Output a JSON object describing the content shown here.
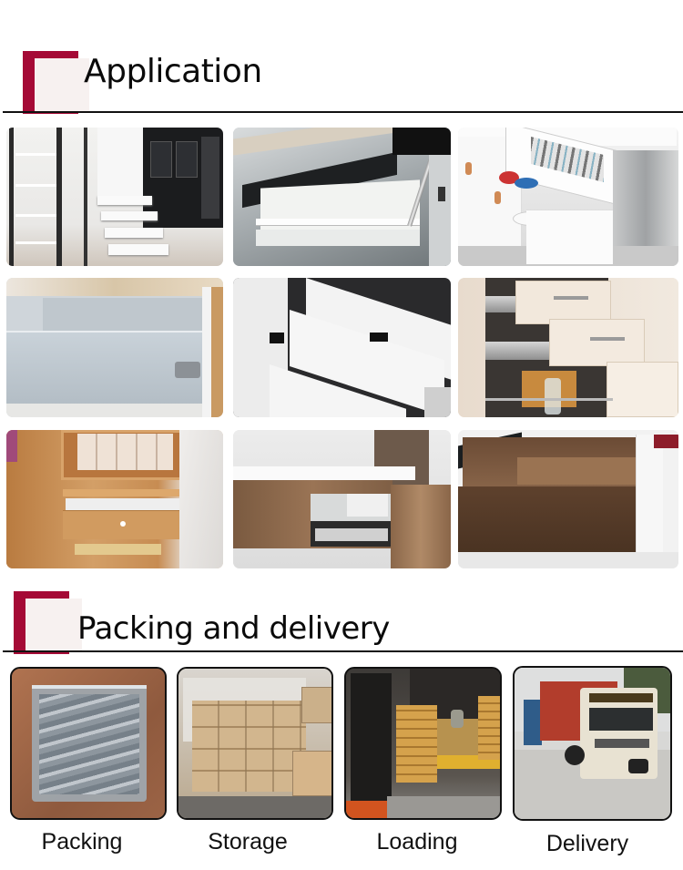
{
  "sections": {
    "application": {
      "title": "Application",
      "accent_color": "#a50a36",
      "photos": [
        {
          "name": "tall-pantry-cabinet-pullouts",
          "row": 1,
          "col": 1
        },
        {
          "name": "white-drawer-glass-cabinet",
          "row": 1,
          "col": 2
        },
        {
          "name": "kitchen-drawer-cutlery-tray",
          "row": 1,
          "col": 3
        },
        {
          "name": "grey-metal-drawer-side",
          "row": 2,
          "col": 1
        },
        {
          "name": "white-handleless-drawers",
          "row": 2,
          "col": 2
        },
        {
          "name": "cream-drawers-wire-basket",
          "row": 2,
          "col": 3
        },
        {
          "name": "wardrobe-jewelry-drawer",
          "row": 3,
          "col": 1
        },
        {
          "name": "wall-hung-vanity-drawer",
          "row": 3,
          "col": 2
        },
        {
          "name": "walnut-drawer-box",
          "row": 3,
          "col": 3
        }
      ]
    },
    "packing": {
      "title": "Packing and delivery",
      "accent_color": "#a50a36",
      "steps": [
        {
          "label": "Packing",
          "image": "bag-of-drawer-slides"
        },
        {
          "label": "Storage",
          "image": "wrapped-pallet-cartons"
        },
        {
          "label": "Loading",
          "image": "forklift-container-loading"
        },
        {
          "label": "Delivery",
          "image": "container-truck"
        }
      ]
    }
  }
}
